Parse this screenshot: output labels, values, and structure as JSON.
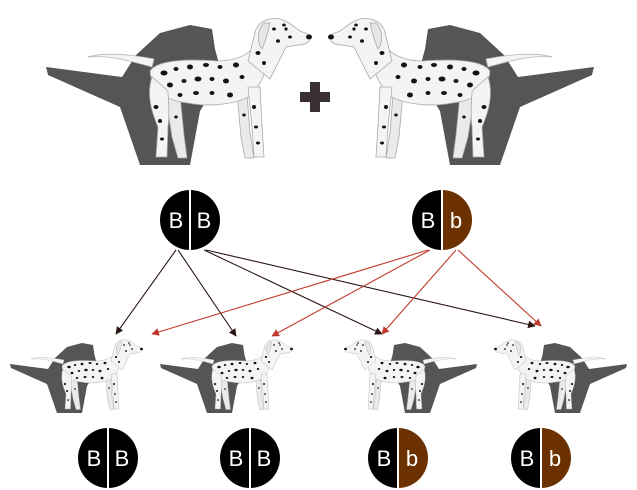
{
  "colors": {
    "black_allele": "#000000",
    "brown_allele": "#6b3100",
    "arrow_black": "#2b1515",
    "arrow_red": "#c0392b",
    "plus": "#3a3032",
    "dog_body": "#f4f4f4",
    "dog_shadow": "#555555",
    "dog_spots": "#141414"
  },
  "icons": {
    "parent_dog": "dalmatian-icon",
    "puppy": "dalmatian-puppy-icon",
    "cross": "plus-icon"
  },
  "parents": [
    {
      "alleles": [
        "B",
        "B"
      ],
      "types": [
        "black",
        "black"
      ]
    },
    {
      "alleles": [
        "B",
        "b"
      ],
      "types": [
        "black",
        "brown"
      ]
    }
  ],
  "offspring": [
    {
      "alleles": [
        "B",
        "B"
      ],
      "types": [
        "black",
        "black"
      ]
    },
    {
      "alleles": [
        "B",
        "B"
      ],
      "types": [
        "black",
        "black"
      ]
    },
    {
      "alleles": [
        "B",
        "b"
      ],
      "types": [
        "black",
        "brown"
      ]
    },
    {
      "alleles": [
        "B",
        "b"
      ],
      "types": [
        "black",
        "brown"
      ]
    }
  ]
}
